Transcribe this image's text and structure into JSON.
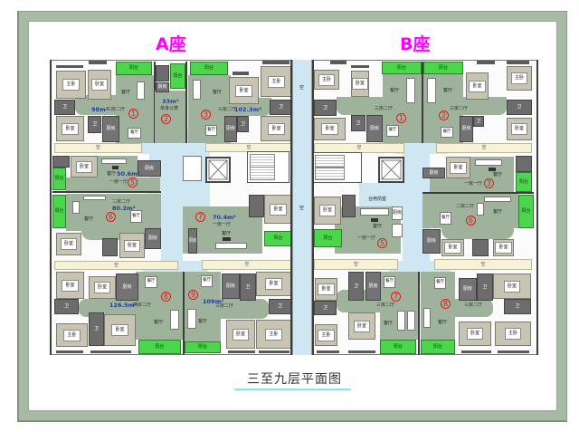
{
  "header": {
    "building_a": "A座",
    "building_b": "B座"
  },
  "title": "三至九层平面图",
  "rooms": {
    "balcony": "阳台",
    "master_bedroom": "主卧",
    "bedroom": "卧室",
    "living_room": "客厅",
    "dining_room": "餐厅",
    "kitchen": "厨房",
    "bathroom": "卫",
    "void": "空",
    "shared_lobby": "合用前室"
  },
  "building_a": {
    "units": [
      {
        "no": "1",
        "area": "98m²",
        "type": "三房二厅"
      },
      {
        "no": "2",
        "area": "33m²",
        "type": "单身公寓"
      },
      {
        "no": "3",
        "area": "102.3m²",
        "type": "三房二厅"
      },
      {
        "no": "5",
        "area": "50.6m²",
        "type": "一房一厅"
      },
      {
        "no": "6",
        "area": "80.2m²",
        "type": "二房二厅"
      },
      {
        "no": "7",
        "area": "70.4m²",
        "type": "一房一厅"
      },
      {
        "no": "8",
        "area": "126.5m²",
        "type": "四房二厅"
      },
      {
        "no": "9",
        "area": "109m²",
        "type": "三房二厅"
      }
    ]
  },
  "building_b": {
    "units": [
      {
        "no": "1",
        "type": "三房二厅"
      },
      {
        "no": "2",
        "type": "三房二厅"
      },
      {
        "no": "3",
        "type": "一房一厅"
      },
      {
        "no": "5",
        "type": "一房一厅"
      },
      {
        "no": "6",
        "type": "二房二厅"
      },
      {
        "no": "7",
        "type": "三房二厅"
      },
      {
        "no": "8",
        "type": "三房二厅"
      }
    ]
  },
  "colors": {
    "heading": "#ff00ff",
    "unit_number": "#e01a1a",
    "area_text": "#1f3f9f",
    "living_area": "#9fb29b",
    "bedroom": "#c8c4b3",
    "balcony": "#4cd64c",
    "void": "#cfe6f3",
    "light_well": "#f7f1d6",
    "frame": "#a7bba4",
    "title_underline": "#7fe8f4"
  }
}
